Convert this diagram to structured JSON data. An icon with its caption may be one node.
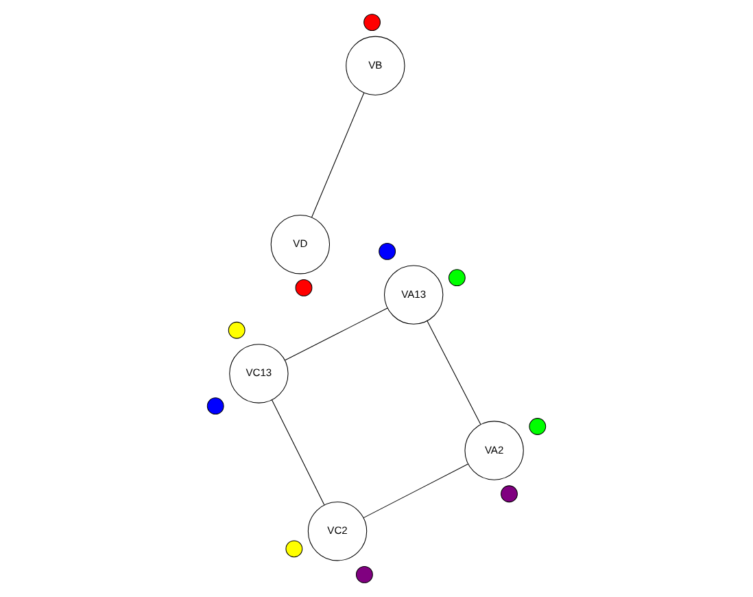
{
  "diagram": {
    "nodes": [
      {
        "text": [
          "VA13"
        ]
      },
      {
        "text": [
          "VA2"
        ]
      },
      {
        "text": [
          "VD"
        ]
      },
      {
        "text": [
          "VB"
        ]
      },
      {
        "text": [
          "VC2"
        ]
      },
      {
        "text": [
          "VC13"
        ]
      },
      {
        "text": [],
        "shape": "circle"
      },
      {
        "text": [],
        "shape": "circle"
      },
      {
        "text": [],
        "shape": "circle"
      },
      {
        "text": [],
        "shape": "circle"
      },
      {
        "text": [],
        "shape": "circle"
      },
      {
        "text": [],
        "shape": "circle"
      },
      {
        "text": [],
        "shape": "circle"
      },
      {
        "text": [],
        "shape": "circle"
      },
      {
        "text": [],
        "shape": "circle"
      },
      {
        "text": [],
        "shape": "circle"
      }
    ],
    "edges": [
      {
        "from": 0,
        "to": 1,
        "arrow": "none"
      },
      {
        "from": 0,
        "to": 5,
        "arrow": "none"
      },
      {
        "from": 1,
        "to": 4,
        "arrow": "none"
      },
      {
        "from": 2,
        "to": 3,
        "arrow": "none"
      },
      {
        "from": 4,
        "to": 5,
        "arrow": "none"
      }
    ]
  }
}
